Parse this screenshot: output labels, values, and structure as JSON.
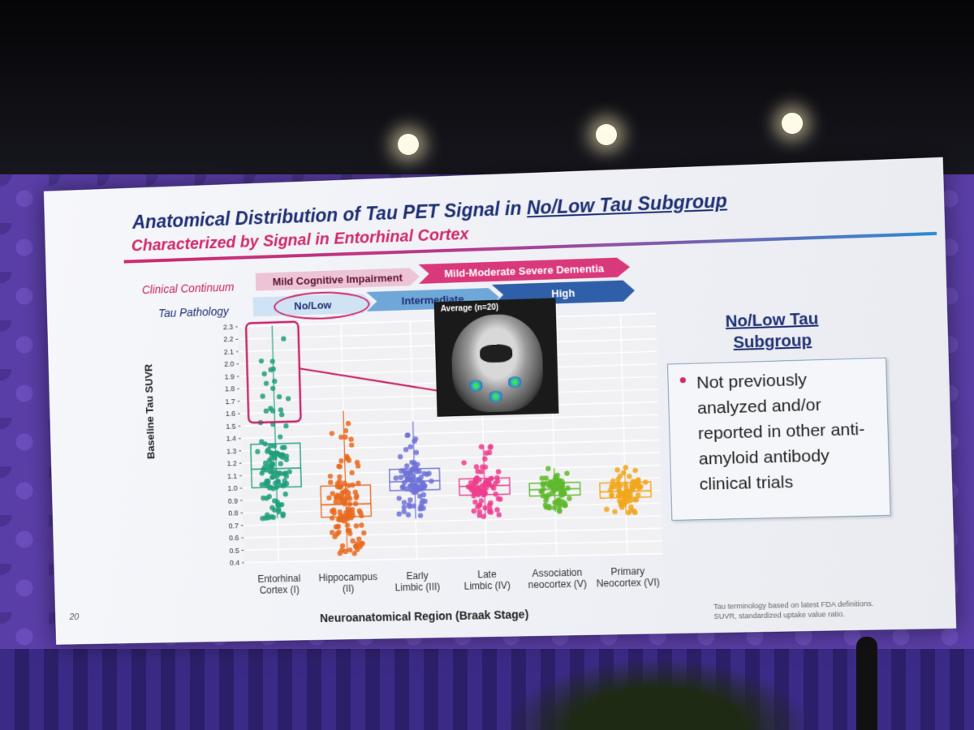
{
  "slide": {
    "title_prefix": "Anatomical Distribution of Tau PET Signal in ",
    "title_emph": "No/Low Tau Subgroup",
    "subtitle": "Characterized by Signal in Entorhinal Cortex",
    "page_number": "20",
    "clinical_label": "Clinical Continuum",
    "tau_label": "Tau Pathology",
    "bands": {
      "mci": "Mild Cognitive Impairment",
      "mmsd": "Mild-Moderate Severe Dementia",
      "nolow": "No/Low",
      "intermediate": "Intermediate",
      "high": "High"
    },
    "inset_label": "Average (n=20)",
    "subgroup_title_line1": "No/Low Tau",
    "subgroup_title_line2": "Subgroup",
    "note_text": "Not previously analyzed and/or reported in other anti-amyloid antibody clinical trials",
    "footnote_line1": "Tau terminology based on latest FDA definitions.",
    "footnote_line2": "SUVR, standardized uptake value ratio.",
    "colors": {
      "navy": "#1d2f73",
      "magenta": "#d0286b",
      "entorhinal": "#1f9e7a",
      "hippocampus": "#e8691c",
      "early_limbic": "#6f72d6",
      "late_limbic": "#ee3c8c",
      "association": "#5fb82c",
      "primary": "#f2a61b"
    }
  },
  "chart_data": {
    "type": "scatter",
    "title": "",
    "xlabel": "Neuroanatomical Region (Braak Stage)",
    "ylabel": "Baseline Tau SUVR",
    "ylim": [
      0.4,
      2.3
    ],
    "yticks": [
      "0.4",
      "0.5",
      "0.6",
      "0.7",
      "0.8",
      "0.9",
      "1.0",
      "1.1",
      "1.2",
      "1.3",
      "1.4",
      "1.5",
      "1.6",
      "1.7",
      "1.8",
      "1.9",
      "2.0",
      "2.1",
      "2.2",
      "2.3"
    ],
    "categories": [
      [
        "Entorhinal",
        "Cortex (I)"
      ],
      [
        "Hippocampus",
        "(II)"
      ],
      [
        "Early",
        "Limbic (III)"
      ],
      [
        "Late",
        "Limbic (IV)"
      ],
      [
        "Association",
        "neocortex (V)"
      ],
      [
        "Primary",
        "Neocortex (VI)"
      ]
    ],
    "grid": true,
    "series": [
      {
        "q1": 1.0,
        "median": 1.15,
        "q3": 1.35,
        "min": 0.75,
        "max": 2.3,
        "n": 110,
        "color": "#1f9e7a"
      },
      {
        "q1": 0.75,
        "median": 0.85,
        "q3": 1.0,
        "min": 0.45,
        "max": 1.6,
        "n": 110,
        "color": "#e8691c"
      },
      {
        "q1": 0.95,
        "median": 1.02,
        "q3": 1.12,
        "min": 0.72,
        "max": 1.5,
        "n": 90,
        "color": "#6f72d6"
      },
      {
        "q1": 0.9,
        "median": 0.97,
        "q3": 1.03,
        "min": 0.72,
        "max": 1.3,
        "n": 80,
        "color": "#ee3c8c"
      },
      {
        "q1": 0.88,
        "median": 0.93,
        "q3": 0.98,
        "min": 0.75,
        "max": 1.1,
        "n": 70,
        "color": "#5fb82c"
      },
      {
        "q1": 0.85,
        "median": 0.9,
        "q3": 0.97,
        "min": 0.72,
        "max": 1.1,
        "n": 70,
        "color": "#f2a61b"
      }
    ],
    "highlight": {
      "category_index": 0,
      "ymin": 1.55,
      "ymax": 2.3
    }
  }
}
